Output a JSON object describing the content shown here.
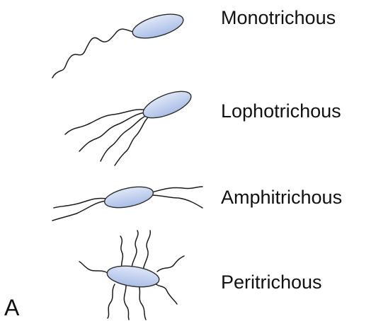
{
  "figure": {
    "panel_letter": "A",
    "arrangements": [
      {
        "id": "monotrichous",
        "label": "Monotrichous"
      },
      {
        "id": "lophotrichous",
        "label": "Lophotrichous"
      },
      {
        "id": "amphitrichous",
        "label": "Amphitrichous"
      },
      {
        "id": "peritrichous",
        "label": "Peritrichous"
      }
    ]
  },
  "colors": {
    "cell_fill_light": "#dfe7f7",
    "cell_fill_dark": "#a9bde6",
    "outline": "#2c2c2c",
    "text": "#111111"
  }
}
